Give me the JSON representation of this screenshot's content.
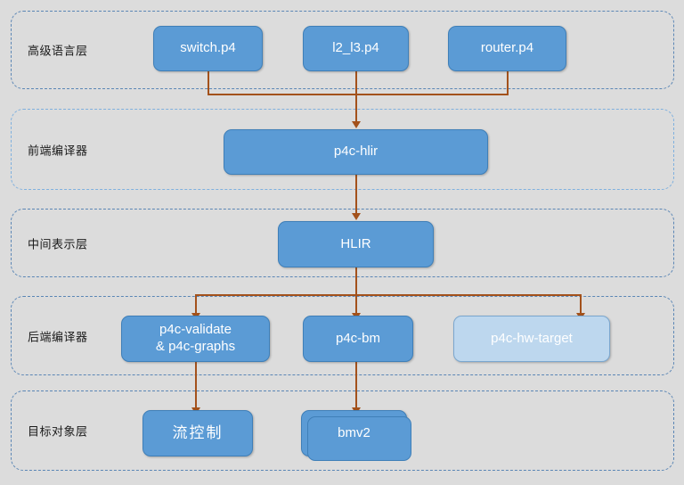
{
  "diagram": {
    "title": "P4 compiler toolchain layered architecture",
    "background_color": "#dcdcdc",
    "node_color": "#5b9bd5",
    "node_alt_color": "#bdd7ee",
    "connector_color": "#a3511b",
    "band_border_color": "#5b86b5"
  },
  "layers": [
    {
      "id": "high-level-language",
      "label": "高级语言层"
    },
    {
      "id": "frontend-compiler",
      "label": "前端编译器"
    },
    {
      "id": "intermediate-representation",
      "label": "中间表示层"
    },
    {
      "id": "backend-compiler",
      "label": "后端编译器"
    },
    {
      "id": "target-object",
      "label": "目标对象层"
    }
  ],
  "nodes": {
    "switch_p4": {
      "label": "switch.p4",
      "layer": "high-level-language"
    },
    "l2_l3_p4": {
      "label": "l2_l3.p4",
      "layer": "high-level-language"
    },
    "router_p4": {
      "label": "router.p4",
      "layer": "high-level-language"
    },
    "p4c_hlir": {
      "label": "p4c-hlir",
      "layer": "frontend-compiler"
    },
    "hlir": {
      "label": "HLIR",
      "layer": "intermediate-representation"
    },
    "p4c_validate": {
      "label": "p4c-validate\n& p4c-graphs",
      "layer": "backend-compiler"
    },
    "p4c_bm": {
      "label": "p4c-bm",
      "layer": "backend-compiler"
    },
    "p4c_hw_target": {
      "label": "p4c-hw-target",
      "layer": "backend-compiler"
    },
    "flow_control": {
      "label": "流控制",
      "layer": "target-object"
    },
    "bmv2": {
      "label": "bmv2",
      "layer": "target-object"
    }
  },
  "edges": [
    {
      "from": "switch_p4",
      "to": "p4c_hlir"
    },
    {
      "from": "l2_l3_p4",
      "to": "p4c_hlir"
    },
    {
      "from": "router_p4",
      "to": "p4c_hlir"
    },
    {
      "from": "p4c_hlir",
      "to": "hlir"
    },
    {
      "from": "hlir",
      "to": "p4c_validate"
    },
    {
      "from": "hlir",
      "to": "p4c_bm"
    },
    {
      "from": "hlir",
      "to": "p4c_hw_target"
    },
    {
      "from": "p4c_validate",
      "to": "flow_control"
    },
    {
      "from": "p4c_bm",
      "to": "bmv2"
    }
  ]
}
